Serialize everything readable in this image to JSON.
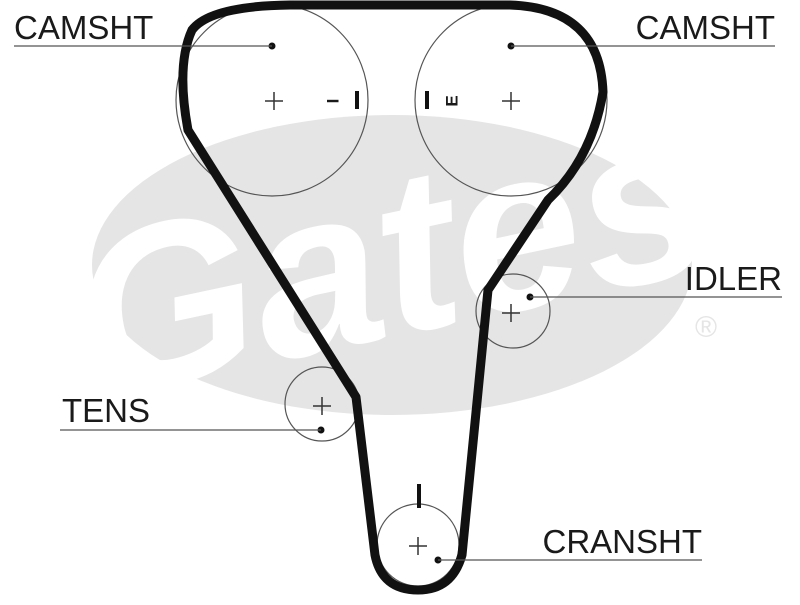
{
  "watermark": {
    "brand_text": "Gates",
    "registered_mark": "®",
    "color": "#e5e5e5"
  },
  "diagram": {
    "belt_color": "#111111",
    "line_color": "#555555",
    "labels": {
      "camshaft_left": "CAMSHT",
      "camshaft_right": "CAMSHT",
      "idler": "IDLER",
      "tensioner": "TENS",
      "crankshaft": "CRANSHT"
    },
    "timing_marks": {
      "intake": "I",
      "exhaust": "E"
    }
  }
}
